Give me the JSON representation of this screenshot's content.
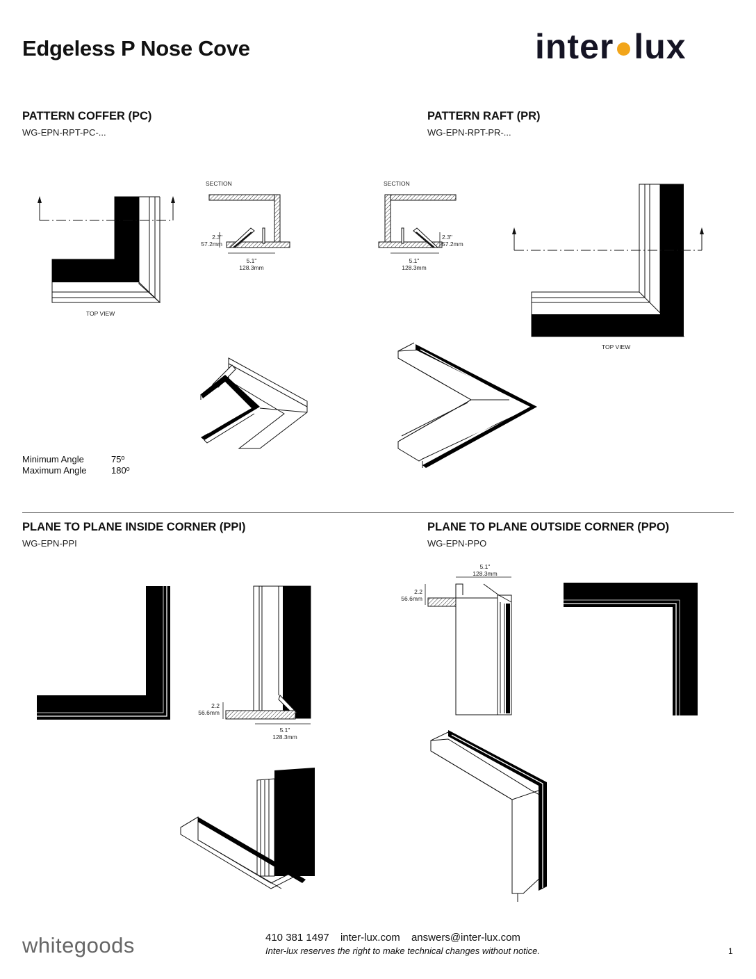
{
  "header": {
    "title": "Edgeless P Nose Cove",
    "logo_left": "inter",
    "logo_right": "lux"
  },
  "pc": {
    "title": "PATTERN COFFER (PC)",
    "code": "WG-EPN-RPT-PC-...",
    "section_label": "SECTION",
    "top_view_label": "TOP VIEW",
    "dim_height_in": "2.3\"",
    "dim_height_mm": "57.2mm",
    "dim_width_in": "5.1\"",
    "dim_width_mm": "128.3mm",
    "specs": [
      {
        "label": "Minimum Angle",
        "value": "75º"
      },
      {
        "label": "Maximum Angle",
        "value": "180º"
      }
    ]
  },
  "pr": {
    "title": "PATTERN RAFT (PR)",
    "code": "WG-EPN-RPT-PR-...",
    "section_label": "SECTION",
    "top_view_label": "TOP VIEW",
    "dim_height_in": "2.3\"",
    "dim_height_mm": "57.2mm",
    "dim_width_in": "5.1\"",
    "dim_width_mm": "128.3mm"
  },
  "ppi": {
    "title": "PLANE TO PLANE INSIDE CORNER (PPI)",
    "code": "WG-EPN-PPI",
    "dim_height_in": "2.2",
    "dim_height_mm": "56.6mm",
    "dim_width_in": "5.1\"",
    "dim_width_mm": "128.3mm"
  },
  "ppo": {
    "title": "PLANE TO PLANE OUTSIDE CORNER (PPO)",
    "code": "WG-EPN-PPO",
    "dim_height_in": "2.2",
    "dim_height_mm": "56.6mm",
    "dim_width_in": "5.1\"",
    "dim_width_mm": "128.3mm"
  },
  "footer": {
    "brand": "whitegoods",
    "phone": "410 381 1497",
    "website": "inter-lux.com",
    "email": "answers@inter-lux.com",
    "disclaimer": "Inter-lux reserves the right to make technical changes without notice.",
    "page_number": "1"
  },
  "colors": {
    "logo_dot": "#f2a51a",
    "logo_text": "#151424",
    "brand_text": "#666666"
  }
}
